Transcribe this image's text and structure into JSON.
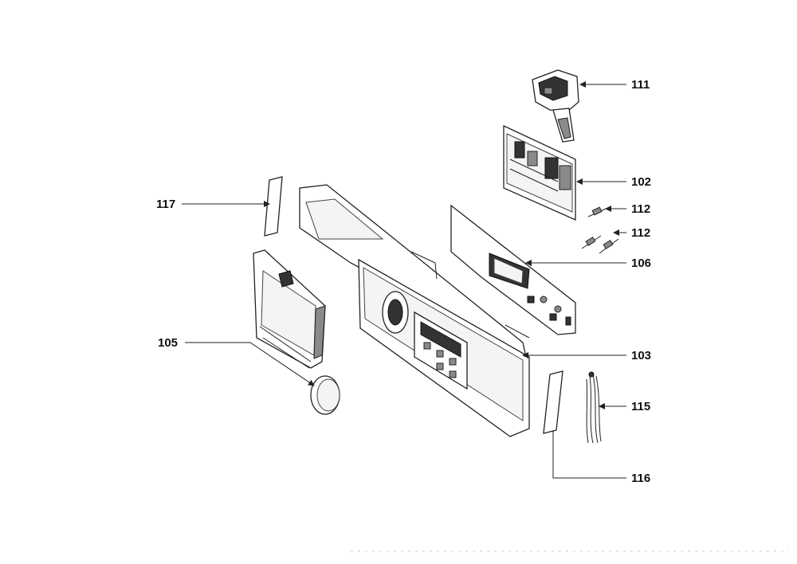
{
  "diagram": {
    "callouts": [
      {
        "id": "callout-111",
        "label": "111"
      },
      {
        "id": "callout-102",
        "label": "102"
      },
      {
        "id": "callout-112a",
        "label": "112"
      },
      {
        "id": "callout-112b",
        "label": "112"
      },
      {
        "id": "callout-106",
        "label": "106"
      },
      {
        "id": "callout-117",
        "label": "117"
      },
      {
        "id": "callout-105",
        "label": "105"
      },
      {
        "id": "callout-103",
        "label": "103"
      },
      {
        "id": "callout-115",
        "label": "115"
      },
      {
        "id": "callout-116",
        "label": "116"
      }
    ]
  }
}
